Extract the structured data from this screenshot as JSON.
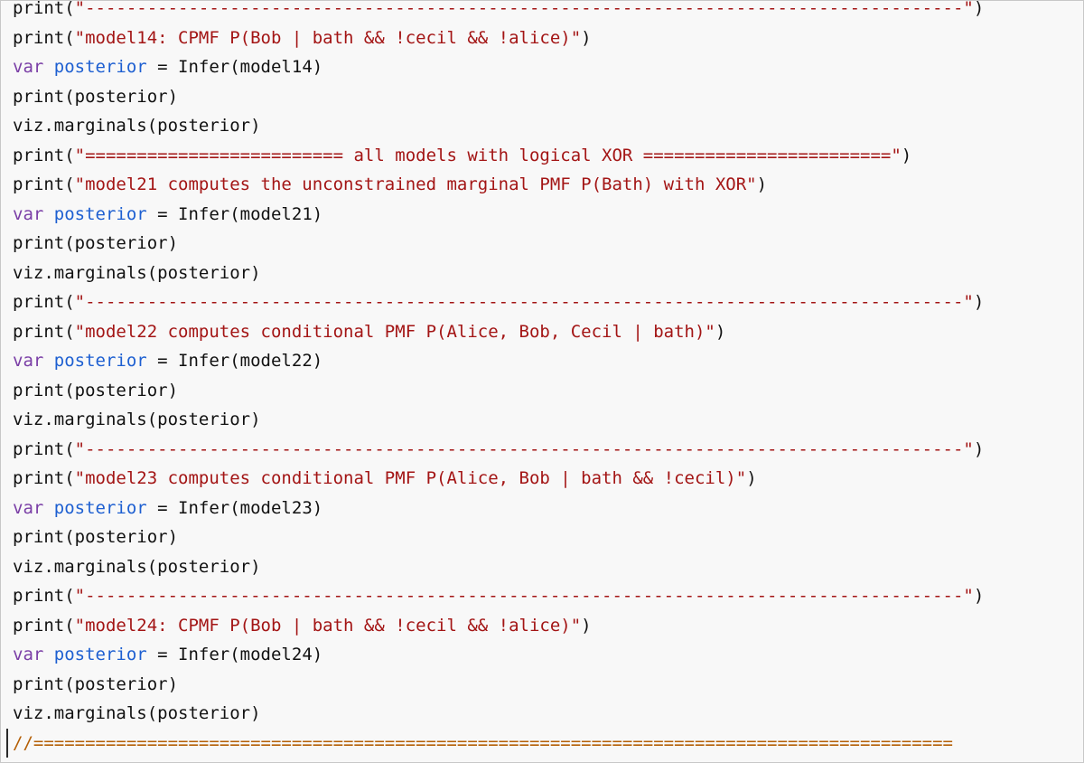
{
  "colors": {
    "background": "#f8f8f8",
    "string": "#a31515",
    "keyword": "#7a3ea6",
    "variable": "#1d5fd1",
    "text": "#111111",
    "comment": "#b45f06"
  },
  "lines": [
    [
      {
        "t": "id",
        "v": "print("
      },
      {
        "t": "str",
        "v": "\"-------------------------------------------------------------------------------------\""
      },
      {
        "t": "id",
        "v": ")"
      }
    ],
    [
      {
        "t": "id",
        "v": "print("
      },
      {
        "t": "str",
        "v": "\"model14: CPMF P(Bob | bath && !cecil && !alice)\""
      },
      {
        "t": "id",
        "v": ")"
      }
    ],
    [
      {
        "t": "kw",
        "v": "var "
      },
      {
        "t": "var",
        "v": "posterior"
      },
      {
        "t": "op",
        "v": " = "
      },
      {
        "t": "id",
        "v": "Infer(model14)"
      }
    ],
    [
      {
        "t": "id",
        "v": "print(posterior)"
      }
    ],
    [
      {
        "t": "id",
        "v": "viz.marginals(posterior)"
      }
    ],
    [
      {
        "t": "id",
        "v": "print("
      },
      {
        "t": "str",
        "v": "\"========================= all models with logical XOR ========================\""
      },
      {
        "t": "id",
        "v": ")"
      }
    ],
    [
      {
        "t": "id",
        "v": "print("
      },
      {
        "t": "str",
        "v": "\"model21 computes the unconstrained marginal PMF P(Bath) with XOR\""
      },
      {
        "t": "id",
        "v": ")"
      }
    ],
    [
      {
        "t": "kw",
        "v": "var "
      },
      {
        "t": "var",
        "v": "posterior"
      },
      {
        "t": "op",
        "v": " = "
      },
      {
        "t": "id",
        "v": "Infer(model21)"
      }
    ],
    [
      {
        "t": "id",
        "v": "print(posterior)"
      }
    ],
    [
      {
        "t": "id",
        "v": "viz.marginals(posterior)"
      }
    ],
    [
      {
        "t": "id",
        "v": "print("
      },
      {
        "t": "str",
        "v": "\"-------------------------------------------------------------------------------------\""
      },
      {
        "t": "id",
        "v": ")"
      }
    ],
    [
      {
        "t": "id",
        "v": "print("
      },
      {
        "t": "str",
        "v": "\"model22 computes conditional PMF P(Alice, Bob, Cecil | bath)\""
      },
      {
        "t": "id",
        "v": ")"
      }
    ],
    [
      {
        "t": "kw",
        "v": "var "
      },
      {
        "t": "var",
        "v": "posterior"
      },
      {
        "t": "op",
        "v": " = "
      },
      {
        "t": "id",
        "v": "Infer(model22)"
      }
    ],
    [
      {
        "t": "id",
        "v": "print(posterior)"
      }
    ],
    [
      {
        "t": "id",
        "v": "viz.marginals(posterior)"
      }
    ],
    [
      {
        "t": "id",
        "v": "print("
      },
      {
        "t": "str",
        "v": "\"-------------------------------------------------------------------------------------\""
      },
      {
        "t": "id",
        "v": ")"
      }
    ],
    [
      {
        "t": "id",
        "v": "print("
      },
      {
        "t": "str",
        "v": "\"model23 computes conditional PMF P(Alice, Bob | bath && !cecil)\""
      },
      {
        "t": "id",
        "v": ")"
      }
    ],
    [
      {
        "t": "kw",
        "v": "var "
      },
      {
        "t": "var",
        "v": "posterior"
      },
      {
        "t": "op",
        "v": " = "
      },
      {
        "t": "id",
        "v": "Infer(model23)"
      }
    ],
    [
      {
        "t": "id",
        "v": "print(posterior)"
      }
    ],
    [
      {
        "t": "id",
        "v": "viz.marginals(posterior)"
      }
    ],
    [
      {
        "t": "id",
        "v": "print("
      },
      {
        "t": "str",
        "v": "\"-------------------------------------------------------------------------------------\""
      },
      {
        "t": "id",
        "v": ")"
      }
    ],
    [
      {
        "t": "id",
        "v": "print("
      },
      {
        "t": "str",
        "v": "\"model24: CPMF P(Bob | bath && !cecil && !alice)\""
      },
      {
        "t": "id",
        "v": ")"
      }
    ],
    [
      {
        "t": "kw",
        "v": "var "
      },
      {
        "t": "var",
        "v": "posterior"
      },
      {
        "t": "op",
        "v": " = "
      },
      {
        "t": "id",
        "v": "Infer(model24)"
      }
    ],
    [
      {
        "t": "id",
        "v": "print(posterior)"
      }
    ],
    [
      {
        "t": "id",
        "v": "viz.marginals(posterior)"
      }
    ],
    [
      {
        "t": "comment",
        "v": "//========================================================================================="
      }
    ]
  ]
}
